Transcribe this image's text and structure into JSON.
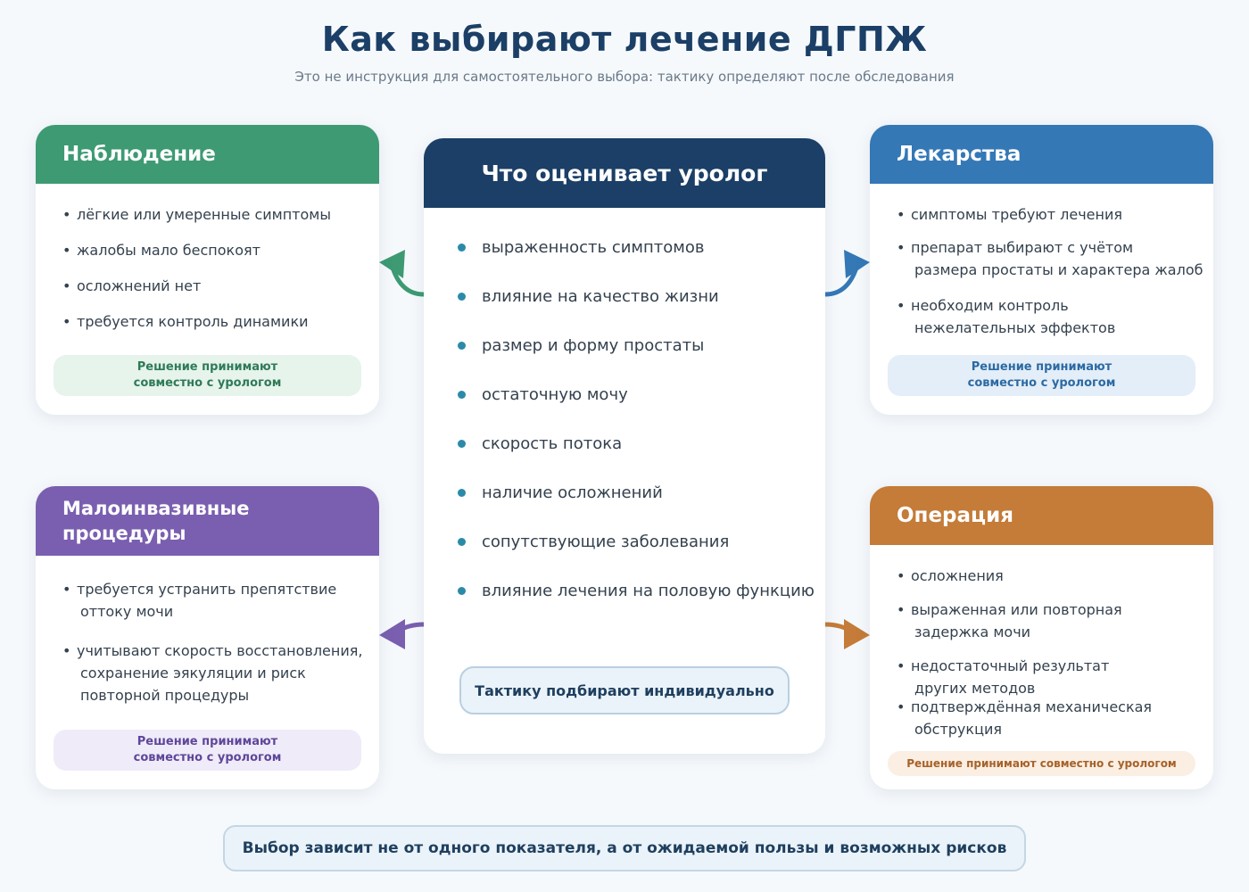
{
  "header": {
    "title": "Как выбирают лечение ДГПЖ",
    "subtitle": "Это не инструкция для самостоятельного выбора: тактику определяют после обследования"
  },
  "colors": {
    "observation": "#3d9a73",
    "medication": "#3478b6",
    "minimally_invasive": "#7a5fb0",
    "surgery": "#c47c38",
    "center": "#1b3f66"
  },
  "observation": {
    "title": "Наблюдение",
    "items": [
      "лёгкие или умеренные симптомы",
      "жалобы мало беспокоят",
      "осложнений нет",
      "требуется контроль динамики"
    ],
    "note_line1": "Решение принимают",
    "note_line2": "совместно с урологом"
  },
  "medication": {
    "title": "Лекарства",
    "items": [
      [
        "симптомы требуют лечения"
      ],
      [
        "препарат выбирают с учётом",
        "размера простаты и характера жалоб"
      ],
      [
        "необходим контроль",
        "нежелательных эффектов"
      ]
    ],
    "note_line1": "Решение принимают",
    "note_line2": "совместно с урологом"
  },
  "minimally_invasive": {
    "title_line1": "Малоинвазивные",
    "title_line2": "процедуры",
    "items": [
      [
        "требуется устранить препятствие",
        "оттоку мочи"
      ],
      [
        "учитывают скорость восстановления,",
        "сохранение эякуляции и риск",
        "повторной процедуры"
      ]
    ],
    "note_line1": "Решение принимают",
    "note_line2": "совместно с урологом"
  },
  "surgery": {
    "title": "Операция",
    "items": [
      [
        "осложнения"
      ],
      [
        "выраженная или повторная",
        "задержка мочи"
      ],
      [
        "недостаточный результат",
        "других методов"
      ],
      [
        "подтверждённая механическая",
        "обструкция"
      ]
    ],
    "note": "Решение принимают совместно с урологом"
  },
  "center": {
    "title": "Что оценивает уролог",
    "items": [
      "выраженность симптомов",
      "влияние на качество жизни",
      "размер и форму простаты",
      "остаточную мочу",
      "скорость потока",
      "наличие осложнений",
      "сопутствующие заболевания",
      "влияние лечения на половую функцию"
    ],
    "tactic": "Тактику подбирают индивидуально"
  },
  "footer": "Выбор зависит не от одного показателя, а от ожидаемой пользы и возможных рисков"
}
